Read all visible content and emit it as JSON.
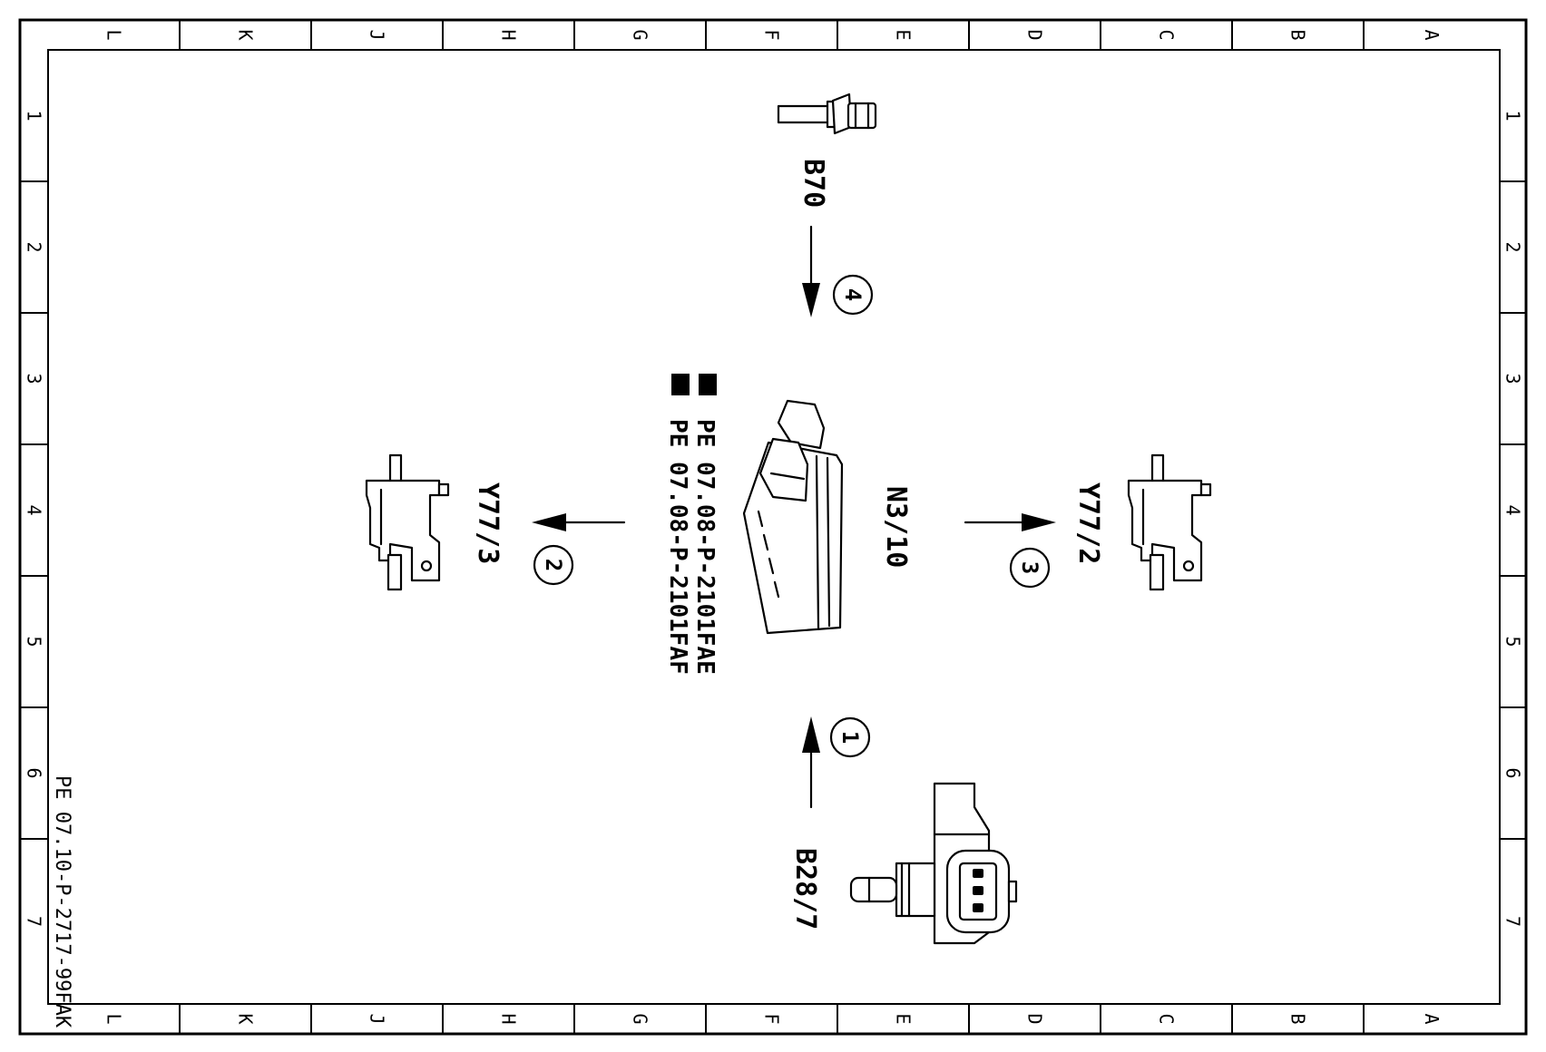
{
  "frame": {
    "columns": [
      "L",
      "K",
      "J",
      "H",
      "G",
      "F",
      "E",
      "D",
      "C",
      "B",
      "A"
    ],
    "rows": [
      "1",
      "2",
      "3",
      "4",
      "5",
      "6",
      "7"
    ]
  },
  "document_number": "PE 07.10-P-2717-99FAK",
  "components": {
    "control_unit": "N3/10",
    "crank_sensor": "B70",
    "pressure_sensor": "B28/7",
    "valve_left": "Y77/3",
    "valve_right": "Y77/2"
  },
  "references": [
    "PE 07.08-P-2101FAE",
    "PE 07.08-P-2101FAF"
  ],
  "signal_markers": [
    "1",
    "2",
    "3",
    "4"
  ]
}
